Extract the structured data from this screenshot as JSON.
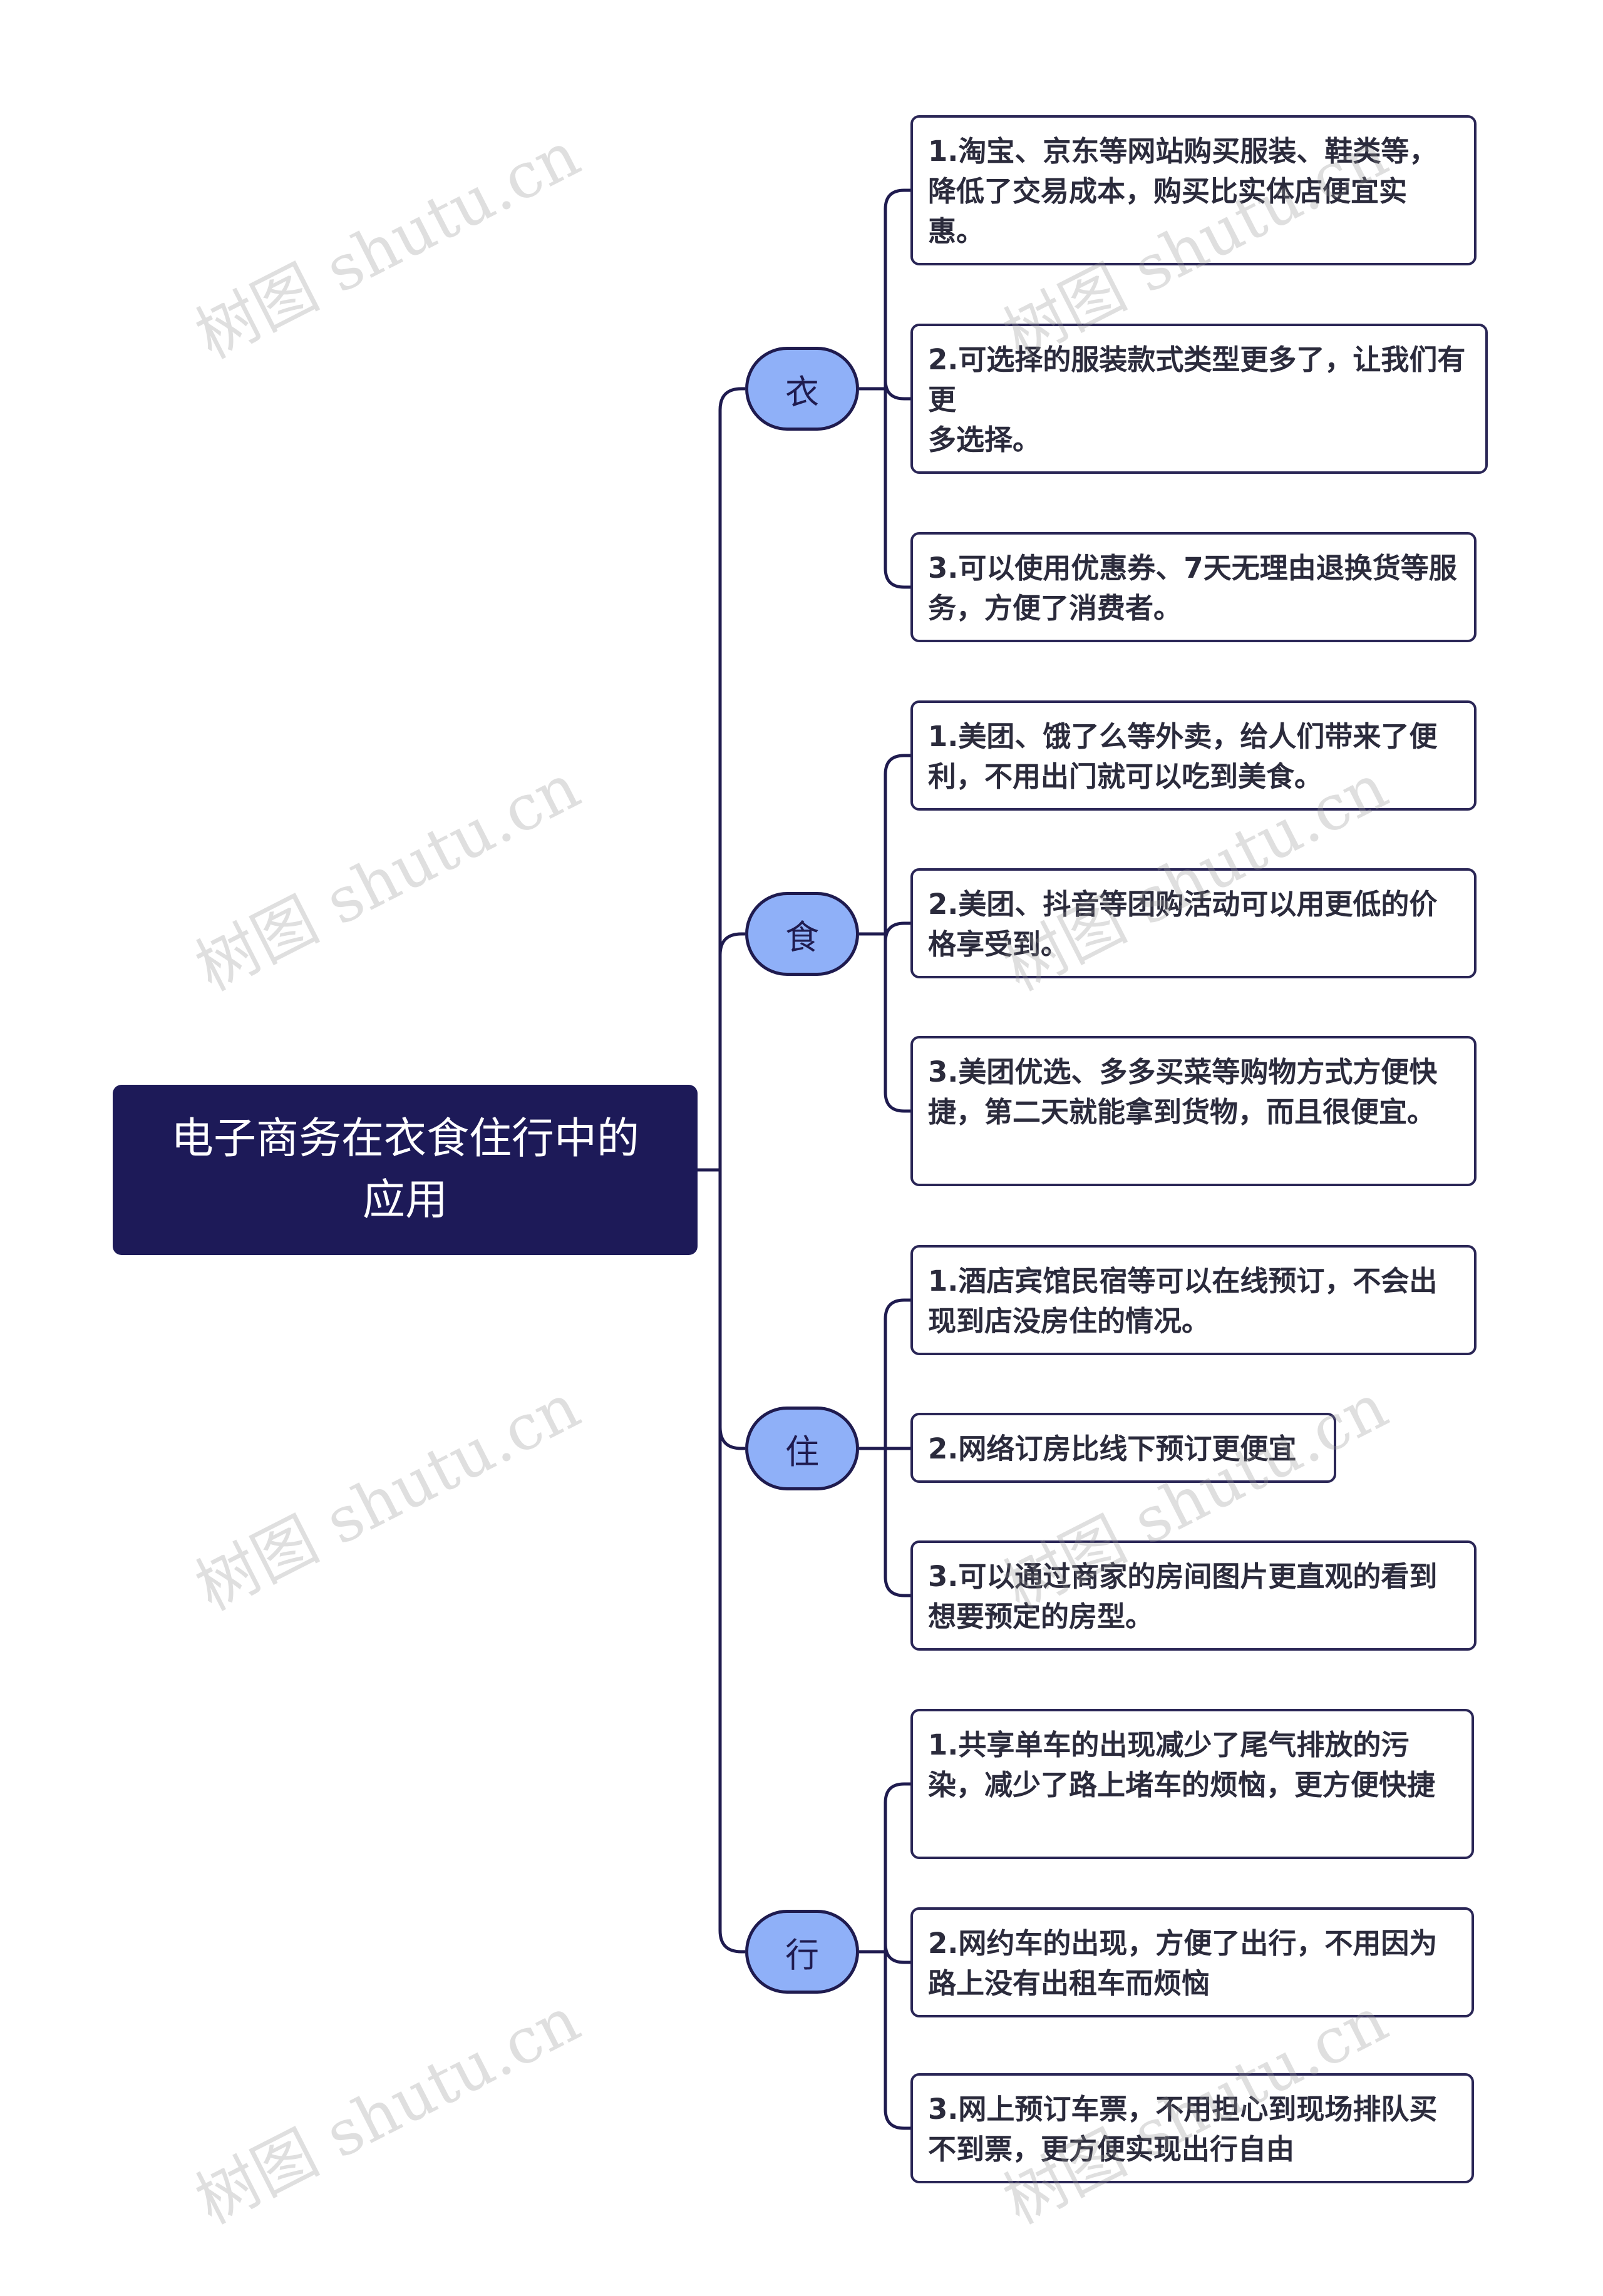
{
  "root": {
    "title": "电子商务在衣食住行中的\n应用"
  },
  "branches": [
    {
      "label": "衣",
      "items": [
        "1.淘宝、京东等网站购买服装、鞋类等，降低了交易成本，购买比实体店便宜实惠。",
        "2.可选择的服装款式类型更多了，让我们有更\n多选择。",
        "3.可以使用优惠券、7天无理由退换货等服务，方便了消费者。"
      ]
    },
    {
      "label": "食",
      "items": [
        "1.美团、饿了么等外卖，给人们带来了便利，不用出门就可以吃到美食。",
        "2.美团、抖音等团购活动可以用更低的价格享受到。",
        "3.美团优选、多多买菜等购物方式方便快捷，第二天就能拿到货物，而且很便宜。"
      ]
    },
    {
      "label": "住",
      "items": [
        "1.酒店宾馆民宿等可以在线预订，不会出现到店没房住的情况。",
        "2.网络订房比线下预订更便宜",
        "3.可以通过商家的房间图片更直观的看到想要预定的房型。"
      ]
    },
    {
      "label": "行",
      "items": [
        "1.共享单车的出现减少了尾气排放的污染，减少了路上堵车的烦恼，更方便快捷",
        "2.网约车的出现，方便了出行，不用因为路上没有出租车而烦恼",
        "3.网上预订车票，不用担心到现场排队买不到票，更方便实现出行自由"
      ]
    }
  ],
  "watermark": "树图 shutu.cn",
  "colors": {
    "root_bg": "#1d1a58",
    "branch_fill": "#8fb0f8",
    "line": "#1f1b4f"
  }
}
